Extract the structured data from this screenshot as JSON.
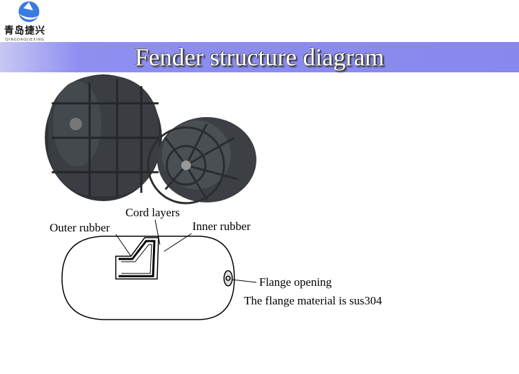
{
  "logo": {
    "cn": "青岛捷兴",
    "en": "QINGDAOJIEXING"
  },
  "title": "Fender structure diagram",
  "labels": {
    "cord": "Cord layers",
    "outer": "Outer rubber",
    "inner": "Inner rubber",
    "flange": "Flange opening",
    "material": "The flange material is sus304"
  }
}
